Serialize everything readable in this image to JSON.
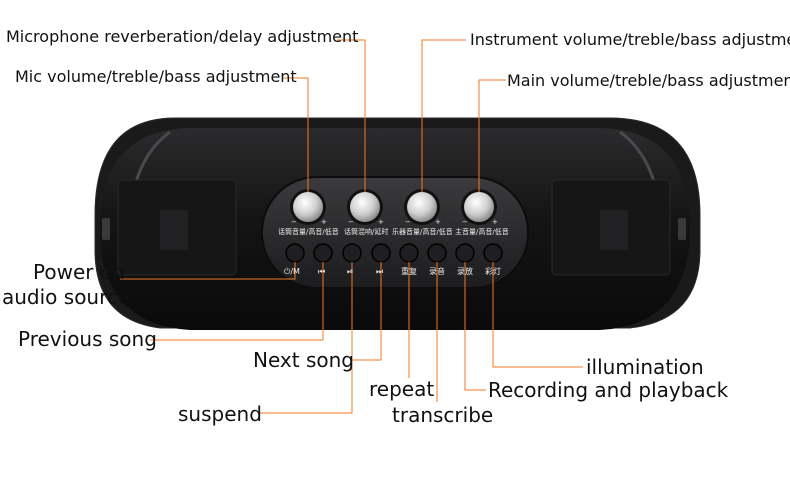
{
  "annotations": {
    "mic_reverb": "Microphone reverberation/delay adjustment",
    "mic_volume": "Mic volume/treble/bass adjustment",
    "instrument": "Instrument volume/treble/bass adjustment",
    "main_volume": "Main volume/treble/bass adjustment",
    "power_on": "Power on",
    "audio_source": "audio source",
    "previous_song": "Previous song",
    "next_song": "Next song",
    "repeat": "repeat",
    "suspend": "suspend",
    "transcribe": "transcribe",
    "illumination": "illumination",
    "recording_playback": "Recording and playback"
  },
  "panel": {
    "knob_labels": [
      "话筒音量/高音/低音",
      "话筒混响/延时",
      "乐器音量/高音/低音",
      "主音量/高音/低音"
    ],
    "button_labels": [
      "⏻/M",
      "⏮",
      "⏯",
      "⏭",
      "重复",
      "录音",
      "录放",
      "彩灯"
    ],
    "minus": "−",
    "plus": "+"
  },
  "colors": {
    "leader_line": "#f07a22",
    "device_body": "#1c1c1e",
    "panel": "#2a2a2c",
    "knob": "#d9d9d9"
  }
}
